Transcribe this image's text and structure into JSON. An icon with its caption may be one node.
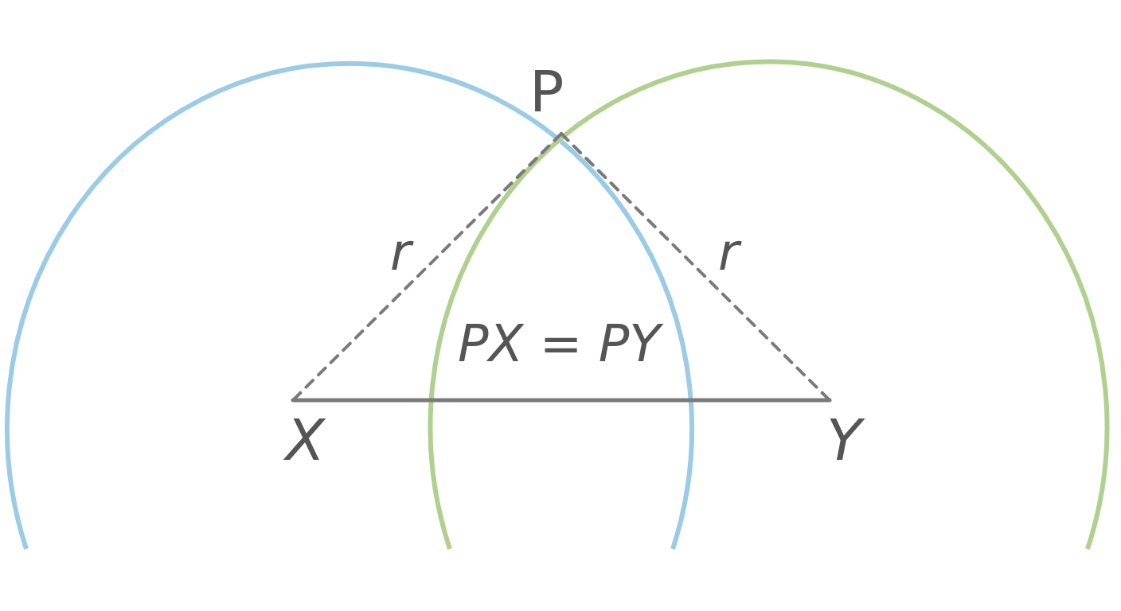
{
  "diagram": {
    "nodes": [
      {
        "text": [
          "P"
        ]
      },
      {
        "text": [
          "X"
        ]
      },
      {
        "text": [
          "Y"
        ]
      }
    ],
    "edges": [
      {
        "from": 0,
        "to": 1,
        "arrow": "none",
        "style": "dashed",
        "label": "r"
      },
      {
        "from": 0,
        "to": 2,
        "arrow": "none",
        "style": "dashed",
        "label": "r"
      },
      {
        "from": 1,
        "to": 2,
        "arrow": "none"
      }
    ],
    "labels": [
      "PX = PY"
    ]
  }
}
